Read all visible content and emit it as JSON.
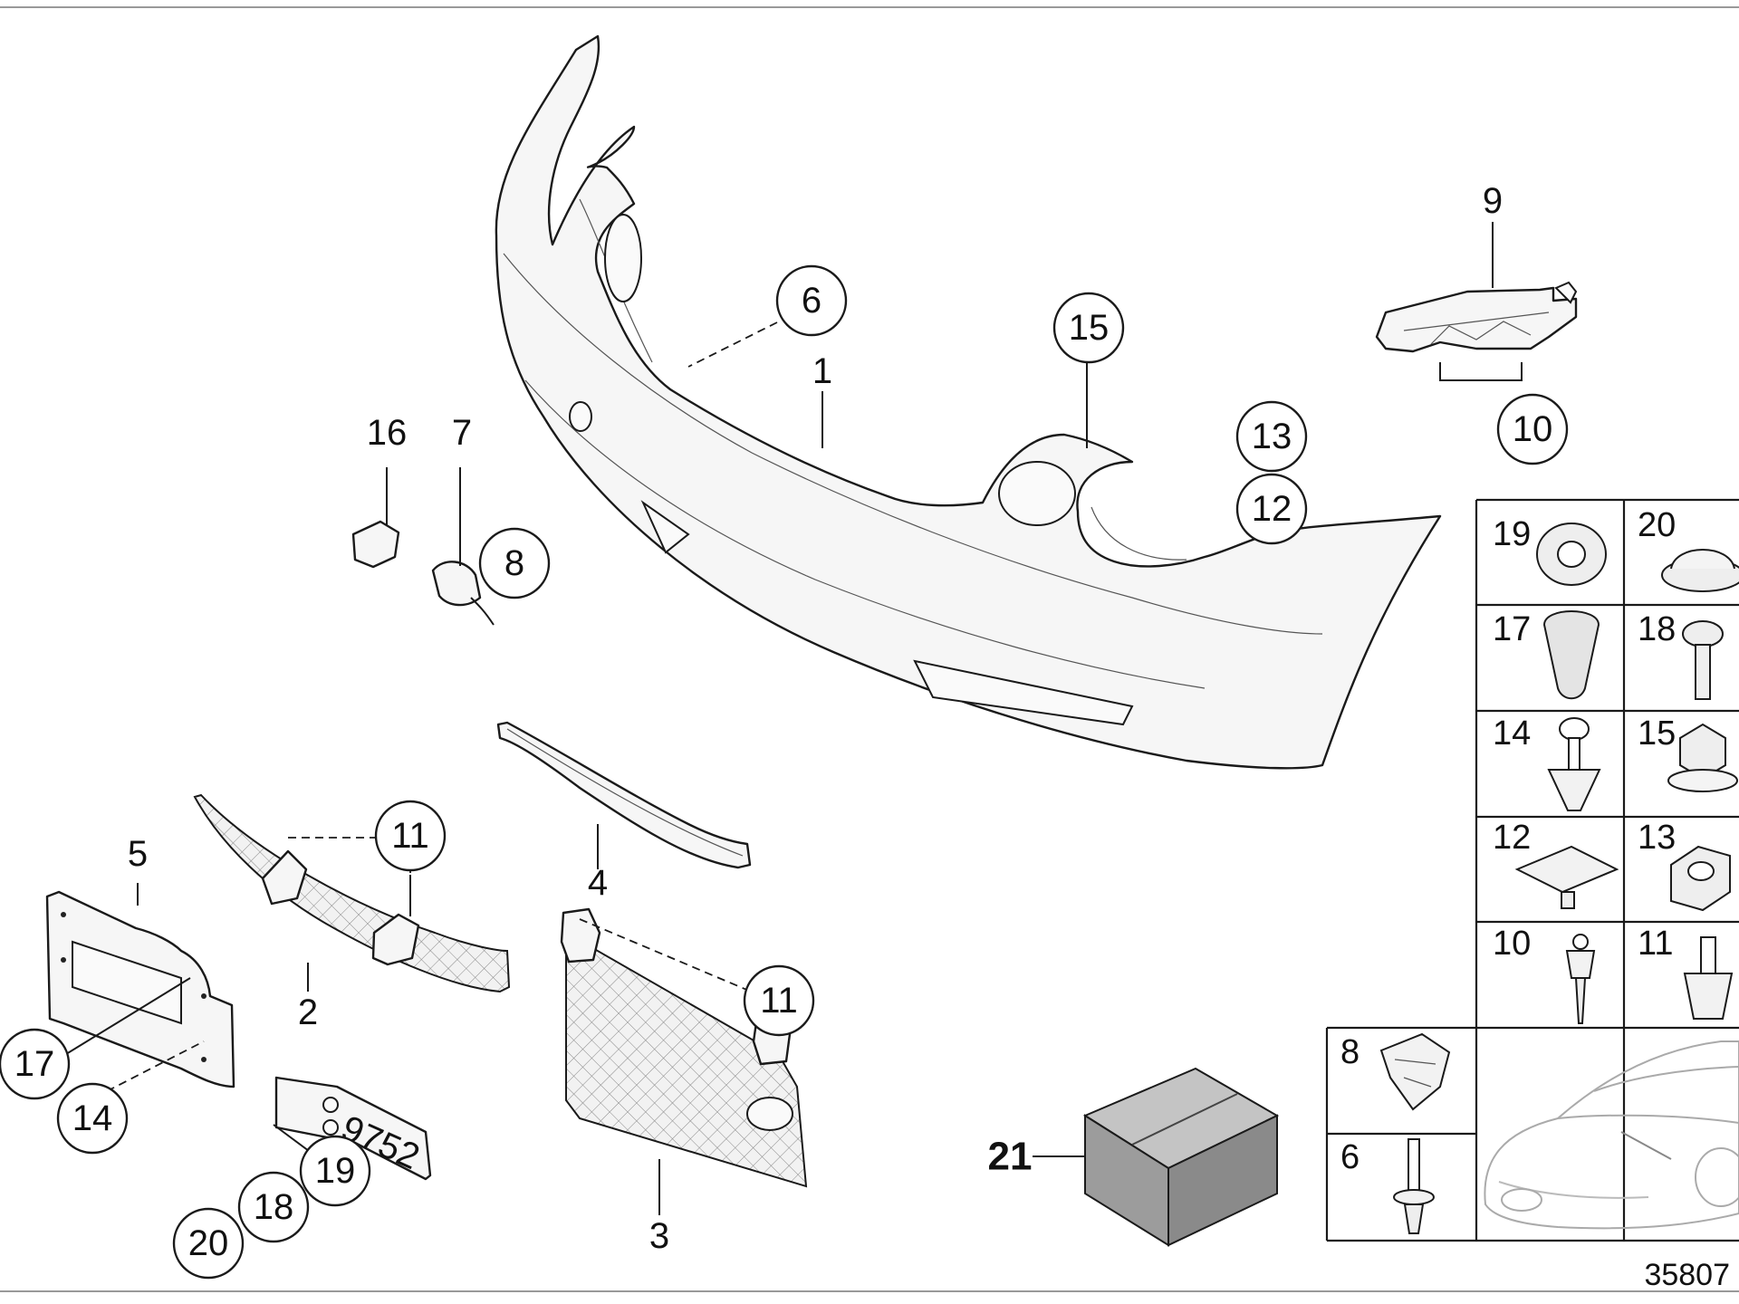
{
  "diagram": {
    "drawing_number": "35807",
    "kit_label": "21",
    "callouts": {
      "c1": "1",
      "c2": "2",
      "c3": "3",
      "c4": "4",
      "c5": "5",
      "c6": "6",
      "c7": "7",
      "c8": "8",
      "c9": "9",
      "c10": "10",
      "c11a": "11",
      "c11b": "11",
      "c12": "12",
      "c13": "13",
      "c14": "14",
      "c15": "15",
      "c16": "16",
      "c17": "17",
      "c18": "18",
      "c19": "19",
      "c20": "20"
    },
    "fastener_cells": {
      "f19": "19",
      "f20": "20",
      "f17": "17",
      "f18": "18",
      "f14": "14",
      "f15": "15",
      "f12": "12",
      "f13": "13",
      "f10": "10",
      "f11": "11",
      "f8": "8",
      "f6": "6"
    },
    "plate_text": "9752"
  }
}
